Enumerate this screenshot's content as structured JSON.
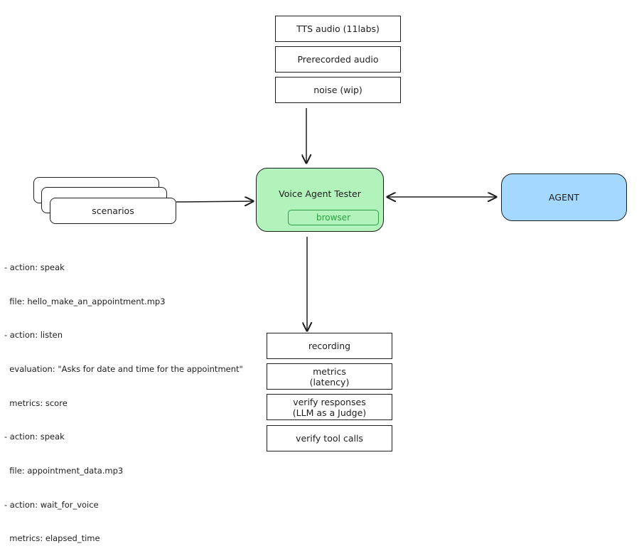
{
  "audio_sources": [
    {
      "label": "TTS audio (11labs)"
    },
    {
      "label": "Prerecorded audio"
    },
    {
      "label": "noise (wip)"
    }
  ],
  "scenarios": {
    "label": "scenarios"
  },
  "tester": {
    "title": "Voice Agent Tester",
    "browser_label": "browser"
  },
  "agent": {
    "label": "AGENT"
  },
  "scenario_steps": [
    "- action: speak",
    "  file: hello_make_an_appointment.mp3",
    "- action: listen",
    "  evaluation: \"Asks for date and time for the appointment\"",
    "  metrics: score",
    "- action: speak",
    "  file: appointment_data.mp3",
    "- action: wait_for_voice",
    "  metrics: elapsed_time"
  ],
  "outputs": [
    {
      "label": "recording"
    },
    {
      "label": "metrics\n(latency)"
    },
    {
      "label": "verify responses\n(LLM as a Judge)"
    },
    {
      "label": "verify tool calls"
    }
  ],
  "colors": {
    "tester_fill": "#b2f2bb",
    "browser_stroke": "#2f9e44",
    "agent_fill": "#a5d8ff",
    "stroke": "#1e1e1e"
  }
}
